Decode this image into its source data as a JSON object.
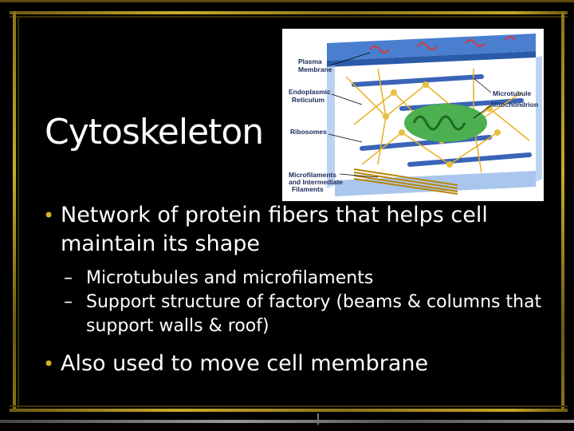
{
  "title": "Cytoskeleton",
  "bullets": [
    {
      "text": "Network of protein fibers that helps cell maintain its shape",
      "subs": [
        "Microtubules and microfilaments",
        "Support structure of factory (beams & columns that support walls & roof)"
      ]
    },
    {
      "text": "Also used to move cell membrane",
      "subs": []
    }
  ],
  "figure_labels": {
    "plasma_membrane": "Plasma Membrane",
    "endoplasmic_reticulum": "Endoplasmic Reticulum",
    "ribosomes": "Ribosomes",
    "microfilaments": "Microfilaments and Intermediate Filaments",
    "microtubule": "Microtubule",
    "mitochondrion": "Mitochondrion"
  },
  "colors": {
    "bullet": "#d4b22a",
    "frame_gold": "#c9ac2a",
    "background": "#000000"
  }
}
